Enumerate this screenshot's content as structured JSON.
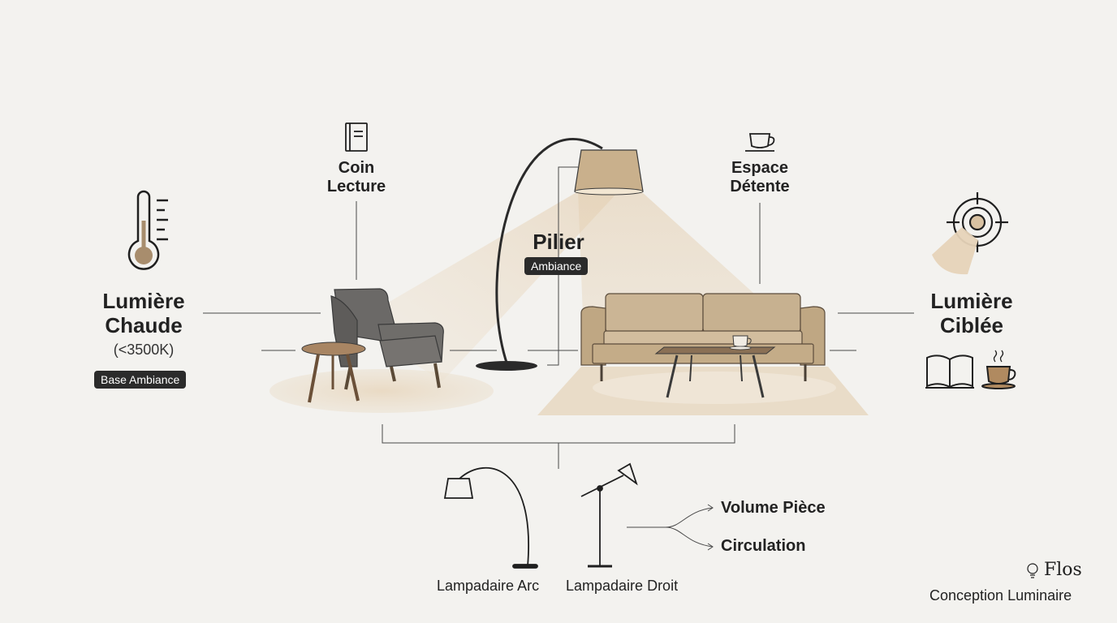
{
  "left": {
    "title_line1": "Lumière",
    "title_line2": "Chaude",
    "subtitle": "(<3500K)",
    "badge": "Base Ambiance"
  },
  "reading": {
    "line1": "Coin",
    "line2": "Lecture"
  },
  "center": {
    "title": "Pilier",
    "badge": "Ambiance"
  },
  "relax": {
    "line1": "Espace",
    "line2": "Détente"
  },
  "right": {
    "title_line1": "Lumière",
    "title_line2": "Ciblée"
  },
  "lamps": {
    "arc": "Lampadaire Arc",
    "straight": "Lampadaire Droit"
  },
  "uses": {
    "volume": "Volume Pièce",
    "circulation": "Circulation"
  },
  "brand": {
    "name": "Flos",
    "tagline": "Conception Luminaire"
  },
  "icons": [
    "thermometer-icon",
    "book-icon",
    "cup-icon",
    "target-spotlight-icon",
    "open-book-icon",
    "steaming-cup-icon",
    "bulb-icon"
  ],
  "colors": {
    "warm_light": "#e6d3b8",
    "sofa": "#cbb595",
    "chair": "#6b6967",
    "badge": "#2b2b2b"
  }
}
